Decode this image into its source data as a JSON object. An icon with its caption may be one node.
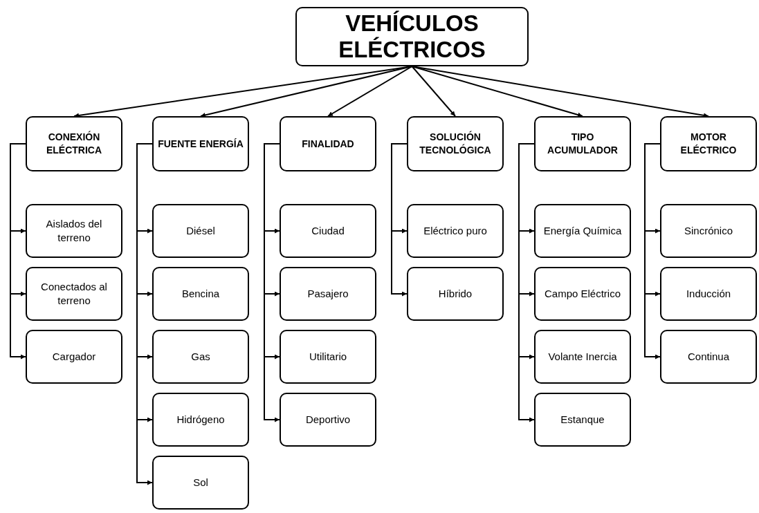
{
  "diagram": {
    "nodes": [
      {
        "text": [
          "VEHÍCULOS ELÉCTRICOS"
        ]
      },
      {
        "text": [
          "CONEXIÓN ELÉCTRICA"
        ]
      },
      {
        "text": [
          "Aislados del terreno"
        ]
      },
      {
        "text": [
          "Conectados al terreno"
        ]
      },
      {
        "text": [
          "Cargador"
        ]
      },
      {
        "text": [
          "FUENTE ENERGÍA"
        ]
      },
      {
        "text": [
          "Diésel"
        ]
      },
      {
        "text": [
          "Bencina"
        ]
      },
      {
        "text": [
          "Gas"
        ]
      },
      {
        "text": [
          "Hidrógeno"
        ]
      },
      {
        "text": [
          "Sol"
        ]
      },
      {
        "text": [
          "FINALIDAD"
        ]
      },
      {
        "text": [
          "Ciudad"
        ]
      },
      {
        "text": [
          "Pasajero"
        ]
      },
      {
        "text": [
          "Utilitario"
        ]
      },
      {
        "text": [
          "Deportivo"
        ]
      },
      {
        "text": [
          "SOLUCIÓN TECNOLÓGICA"
        ]
      },
      {
        "text": [
          "Eléctrico puro"
        ]
      },
      {
        "text": [
          "Híbrido"
        ]
      },
      {
        "text": [
          "TIPO ACUMULADOR"
        ]
      },
      {
        "text": [
          "Energía Química"
        ]
      },
      {
        "text": [
          "Campo Eléctrico"
        ]
      },
      {
        "text": [
          "Volante Inercia"
        ]
      },
      {
        "text": [
          "Estanque"
        ]
      },
      {
        "text": [
          "MOTOR ELÉCTRICO"
        ]
      },
      {
        "text": [
          "Sincrónico"
        ]
      },
      {
        "text": [
          "Inducción"
        ]
      },
      {
        "text": [
          "Continua"
        ]
      }
    ],
    "edges": [
      {
        "from": 0,
        "to": 1,
        "arrow": "to"
      },
      {
        "from": 0,
        "to": 5,
        "arrow": "to"
      },
      {
        "from": 0,
        "to": 11,
        "arrow": "to"
      },
      {
        "from": 0,
        "to": 16,
        "arrow": "to"
      },
      {
        "from": 0,
        "to": 19,
        "arrow": "to"
      },
      {
        "from": 0,
        "to": 24,
        "arrow": "to"
      },
      {
        "from": 1,
        "to": 2,
        "arrow": "to"
      },
      {
        "from": 1,
        "to": 3,
        "arrow": "to"
      },
      {
        "from": 1,
        "to": 4,
        "arrow": "to"
      },
      {
        "from": 5,
        "to": 6,
        "arrow": "to"
      },
      {
        "from": 5,
        "to": 7,
        "arrow": "to"
      },
      {
        "from": 5,
        "to": 8,
        "arrow": "to"
      },
      {
        "from": 5,
        "to": 9,
        "arrow": "to"
      },
      {
        "from": 5,
        "to": 10,
        "arrow": "to"
      },
      {
        "from": 11,
        "to": 12,
        "arrow": "to"
      },
      {
        "from": 11,
        "to": 13,
        "arrow": "to"
      },
      {
        "from": 11,
        "to": 14,
        "arrow": "to"
      },
      {
        "from": 11,
        "to": 15,
        "arrow": "to"
      },
      {
        "from": 16,
        "to": 17,
        "arrow": "to"
      },
      {
        "from": 16,
        "to": 18,
        "arrow": "to"
      },
      {
        "from": 19,
        "to": 20,
        "arrow": "to"
      },
      {
        "from": 19,
        "to": 21,
        "arrow": "to"
      },
      {
        "from": 19,
        "to": 22,
        "arrow": "to"
      },
      {
        "from": 19,
        "to": 23,
        "arrow": "to"
      },
      {
        "from": 24,
        "to": 25,
        "arrow": "to"
      },
      {
        "from": 24,
        "to": 26,
        "arrow": "to"
      },
      {
        "from": 24,
        "to": 27,
        "arrow": "to"
      }
    ]
  }
}
